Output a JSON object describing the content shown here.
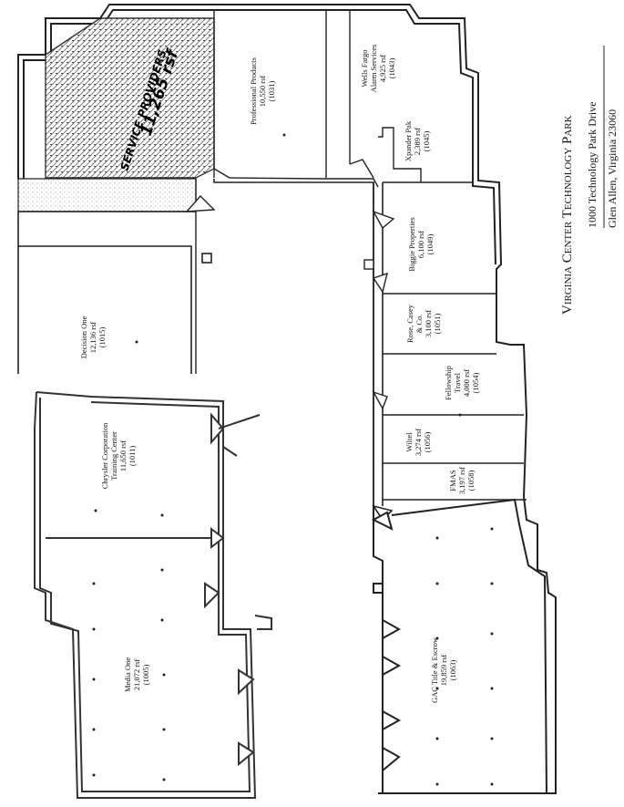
{
  "park": {
    "name": "Virginia Center Technology Park",
    "address": "1000 Technology Park Drive",
    "city_line": "Glen Allen, Virginia 23060"
  },
  "handwritten": {
    "tenant": "SERVICE PROVIDERS",
    "area": "11,265 rsf"
  },
  "suites": [
    {
      "id": "service-providers",
      "lines": []
    },
    {
      "id": "professional-products",
      "lines": [
        "Professional Products",
        "10,550 rsf",
        "(1031)"
      ]
    },
    {
      "id": "wells-fargo",
      "lines": [
        "Wells Fargo",
        "Alarm Services",
        "4,925 rsf",
        "(1043)"
      ]
    },
    {
      "id": "xpander",
      "lines": [
        "Xpander Pak",
        "2,389 rsf",
        "(1045)"
      ]
    },
    {
      "id": "decision-one",
      "lines": [
        "Decision One",
        "12,136 rsf",
        "(1015)"
      ]
    },
    {
      "id": "biggie",
      "lines": [
        "Biggie Properties",
        "6,100 rsf",
        "(1049)"
      ]
    },
    {
      "id": "rose-casey",
      "lines": [
        "Rose, Casey",
        "& Co.",
        "3,100 rsf",
        "(1051)"
      ]
    },
    {
      "id": "fellowship",
      "lines": [
        "Fellowship",
        "Travel",
        "4,000 rsf",
        "(1054)"
      ]
    },
    {
      "id": "chrysler",
      "lines": [
        "Chrysler Corporation",
        "Training Center",
        "11,650 rsf",
        "(1011)"
      ]
    },
    {
      "id": "wiltel",
      "lines": [
        "Wiltel",
        "3,274 rsf",
        "(1056)"
      ]
    },
    {
      "id": "fmas",
      "lines": [
        "FMAS",
        "3,197 rsf",
        "(1058)"
      ]
    },
    {
      "id": "media-one",
      "lines": [
        "Media One",
        "21,072 rsf",
        "(1005)"
      ]
    },
    {
      "id": "gac",
      "lines": [
        "GAC Title & Escrow",
        "19,859 rsf",
        "(1063)"
      ]
    }
  ]
}
